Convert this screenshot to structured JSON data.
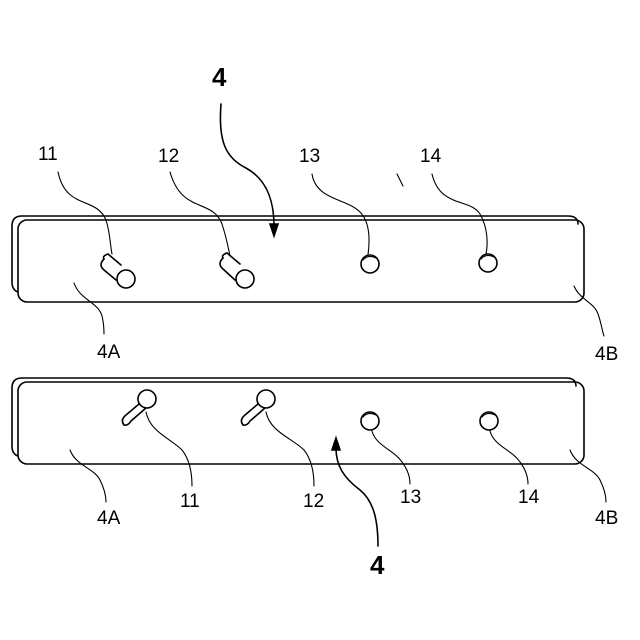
{
  "figure": {
    "upper_view": {
      "label_4": "4",
      "label_11": "11",
      "label_12": "12",
      "label_13": "13",
      "label_14": "14",
      "label_4a": "4A",
      "label_4b": "4B"
    },
    "lower_view": {
      "label_4": "4",
      "label_11": "11",
      "label_12": "12",
      "label_13": "13",
      "label_14": "14",
      "label_4a": "4A",
      "label_4b": "4B"
    }
  }
}
